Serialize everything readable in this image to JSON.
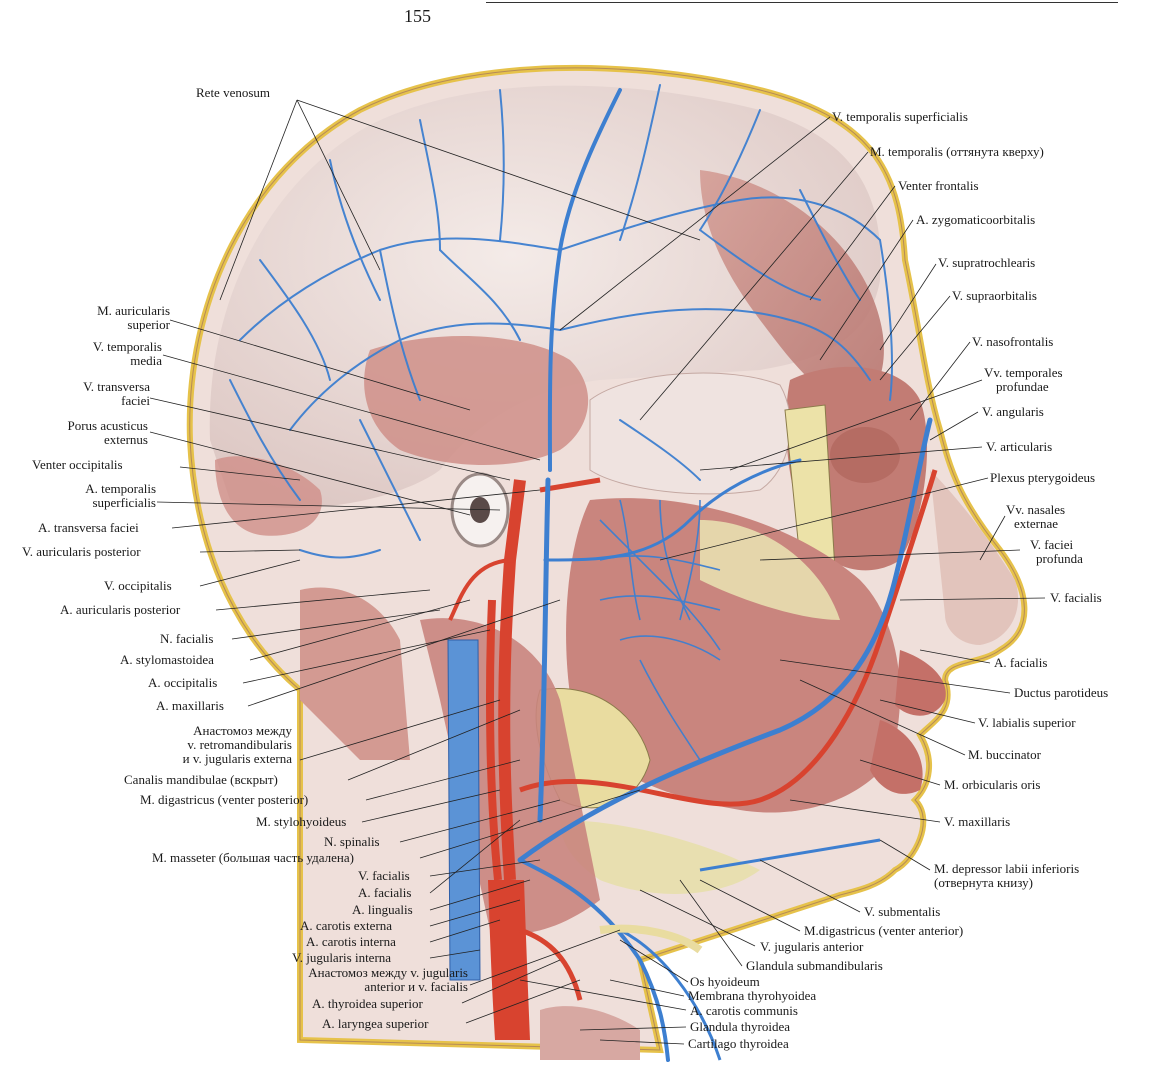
{
  "page_number": "155",
  "colors": {
    "vein": "#3d7fd0",
    "artery": "#d8432f",
    "muscle": "#c9857e",
    "skin_edge": "#e6c24a",
    "gland": "#e8dfb0",
    "skull": "#efe3e0",
    "nerve": "#f1e9a0"
  },
  "labels_left": [
    {
      "id": "rete-venosum",
      "text": "Rete venosum"
    },
    {
      "id": "m-auricularis-superior",
      "line1": "M. auricularis",
      "line2": "superior"
    },
    {
      "id": "v-temporalis-media",
      "line1": "V. temporalis",
      "line2": "media"
    },
    {
      "id": "v-transversa-faciei",
      "line1": "V. transversa",
      "line2": "faciei"
    },
    {
      "id": "porus-acusticus",
      "line1": "Porus acusticus",
      "line2": "externus"
    },
    {
      "id": "venter-occipitalis",
      "text": "Venter occipitalis"
    },
    {
      "id": "a-temporalis-superficialis",
      "line1": "A. temporalis",
      "line2": "superficialis"
    },
    {
      "id": "a-transversa-faciei",
      "text": "A. transversa faciei"
    },
    {
      "id": "v-auricularis-posterior",
      "text": "V. auricularis posterior"
    },
    {
      "id": "v-occipitalis",
      "text": "V. occipitalis"
    },
    {
      "id": "a-auricularis-posterior",
      "text": "A. auricularis posterior"
    },
    {
      "id": "n-facialis",
      "text": "N. facialis"
    },
    {
      "id": "a-stylomastoidea",
      "text": "A. stylomastoidea"
    },
    {
      "id": "a-occipitalis",
      "text": "A. occipitalis"
    },
    {
      "id": "a-maxillaris",
      "text": "A. maxillaris"
    },
    {
      "id": "anastomosis-1",
      "line1": "Анастомоз между",
      "line2": "v. retromandibularis",
      "line3": "и v. jugularis externa"
    },
    {
      "id": "canalis-mandibulae",
      "text": "Canalis mandibulae (вскрыт)"
    },
    {
      "id": "m-digastricus-posterior",
      "text": "M. digastricus (venter posterior)"
    },
    {
      "id": "m-stylohyoideus",
      "text": "M. stylohyoideus"
    },
    {
      "id": "n-spinalis",
      "text": "N. spinalis"
    },
    {
      "id": "m-masseter",
      "text": "M. masseter (большая часть удалена)"
    },
    {
      "id": "v-facialis-left",
      "text": "V. facialis"
    },
    {
      "id": "a-facialis-left",
      "text": "A. facialis"
    },
    {
      "id": "a-lingualis",
      "text": "A. lingualis"
    },
    {
      "id": "a-carotis-externa",
      "text": "A. carotis externa"
    },
    {
      "id": "a-carotis-interna",
      "text": "A. carotis interna"
    },
    {
      "id": "v-jugularis-interna",
      "text": "V. jugularis interna"
    },
    {
      "id": "anastomosis-2",
      "line1": "Анастомоз между v. jugularis",
      "line2": "anterior и v. facialis"
    },
    {
      "id": "a-thyroidea-superior",
      "text": "A. thyroidea superior"
    },
    {
      "id": "a-laryngea-superior",
      "text": "A. laryngea superior"
    }
  ],
  "labels_right": [
    {
      "id": "v-temporalis-superficialis",
      "text": "V. temporalis superficialis"
    },
    {
      "id": "m-temporalis",
      "text": "M. temporalis (оттянута кверху)"
    },
    {
      "id": "venter-frontalis",
      "text": "Venter frontalis"
    },
    {
      "id": "a-zygomaticoorbitalis",
      "text": "A. zygomaticoorbitalis"
    },
    {
      "id": "v-supratrochlearis",
      "text": "V. supratrochlearis"
    },
    {
      "id": "v-supraorbitalis",
      "text": "V. supraorbitalis"
    },
    {
      "id": "v-nasofrontalis",
      "text": "V. nasofrontalis"
    },
    {
      "id": "vv-temporales-profundae",
      "line1": "Vv. temporales",
      "line2": "profundae"
    },
    {
      "id": "v-angularis",
      "text": "V. angularis"
    },
    {
      "id": "v-articularis",
      "text": "V. articularis"
    },
    {
      "id": "plexus-pterygoideus",
      "text": "Plexus pterygoideus"
    },
    {
      "id": "vv-nasales-externae",
      "line1": "Vv. nasales",
      "line2": "externae"
    },
    {
      "id": "v-faciei-profunda",
      "line1": "V. faciei",
      "line2": "profunda"
    },
    {
      "id": "v-facialis-right",
      "text": "V. facialis"
    },
    {
      "id": "a-facialis-right",
      "text": "A. facialis"
    },
    {
      "id": "ductus-parotideus",
      "text": "Ductus parotideus"
    },
    {
      "id": "v-labialis-superior",
      "text": "V. labialis superior"
    },
    {
      "id": "m-buccinator",
      "text": "M. buccinator"
    },
    {
      "id": "m-orbicularis-oris",
      "text": "M. orbicularis oris"
    },
    {
      "id": "v-maxillaris",
      "text": "V. maxillaris"
    },
    {
      "id": "m-depressor-labii",
      "line1": "M. depressor labii inferioris",
      "line2": "(отвернута книзу)"
    },
    {
      "id": "v-submentalis",
      "text": "V. submentalis"
    },
    {
      "id": "m-digastricus-anterior",
      "text": "M.digastricus (venter anterior)"
    },
    {
      "id": "v-jugularis-anterior",
      "text": "V. jugularis anterior"
    },
    {
      "id": "glandula-submandibularis",
      "text": "Glandula submandibularis"
    },
    {
      "id": "os-hyoideum",
      "text": "Os hyoideum"
    },
    {
      "id": "membrana-thyrohyoidea",
      "text": "Membrana thyrohyoidea"
    },
    {
      "id": "a-carotis-communis",
      "text": "A. carotis communis"
    },
    {
      "id": "glandula-thyroidea",
      "text": "Glandula thyroidea"
    },
    {
      "id": "cartilago-thyroidea",
      "text": "Cartilago thyroidea"
    }
  ]
}
